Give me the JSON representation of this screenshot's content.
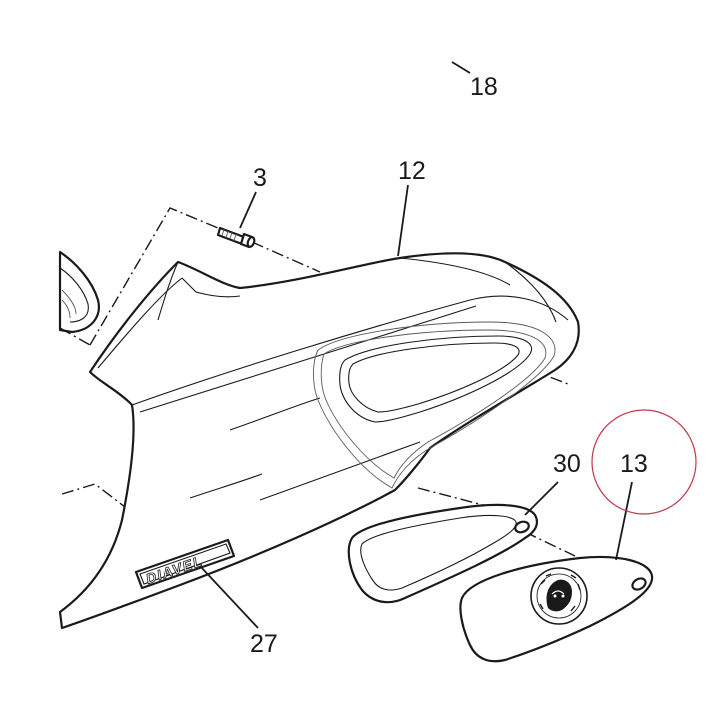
{
  "callouts": {
    "part_18": "18",
    "part_3": "3",
    "part_12": "12",
    "part_30": "30",
    "part_13": "13",
    "part_27": "27"
  },
  "badge": {
    "text": "DIAVEL"
  },
  "colors": {
    "line": "#1a1a1a",
    "highlight_circle": "#c0394b"
  }
}
